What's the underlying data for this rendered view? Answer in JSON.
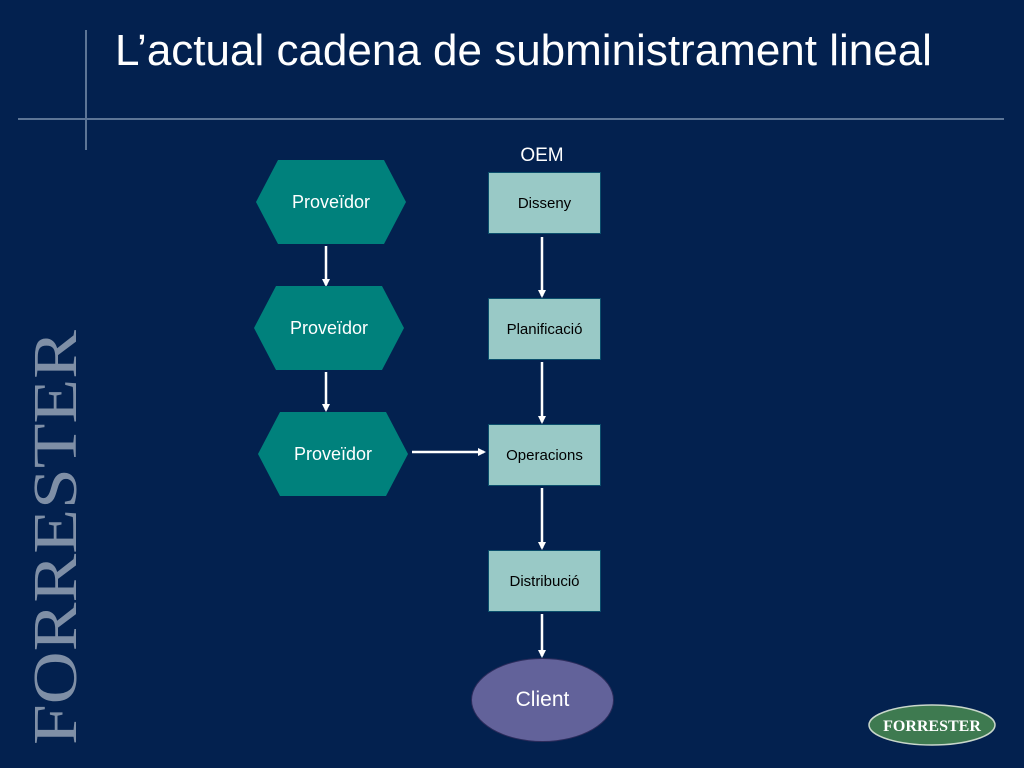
{
  "slide": {
    "title": "L’actual cadena de subministrament lineal"
  },
  "diagram": {
    "oem_label": "OEM",
    "suppliers": [
      {
        "label": "Proveïdor"
      },
      {
        "label": "Proveïdor"
      },
      {
        "label": "Proveïdor"
      }
    ],
    "stages": [
      {
        "label": "Disseny"
      },
      {
        "label": "Planificació"
      },
      {
        "label": "Operacions"
      },
      {
        "label": "Distribució"
      }
    ],
    "client_label": "Client"
  },
  "branding": {
    "side_logo_text": "FORRESTER",
    "badge_text": "FORRESTER"
  },
  "colors": {
    "background": "#03214f",
    "supplier_fill": "#00817c",
    "stage_fill": "#99c9c6",
    "client_fill": "#62629a",
    "badge_fill": "#3e7a50"
  }
}
